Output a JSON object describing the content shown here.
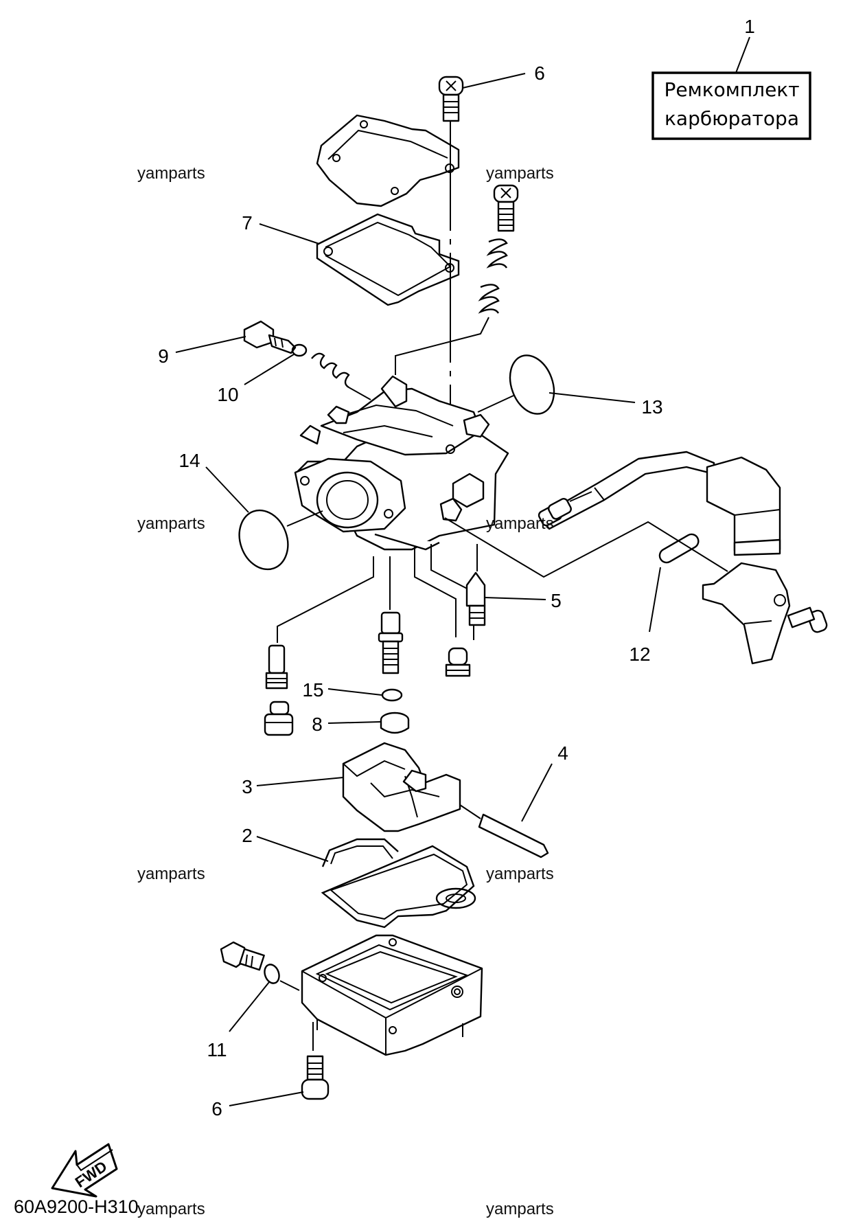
{
  "callouts": {
    "c1": "1",
    "c2": "2",
    "c3": "3",
    "c4": "4",
    "c5": "5",
    "c6_top": "6",
    "c6_bottom": "6",
    "c7": "7",
    "c8": "8",
    "c9": "9",
    "c10": "10",
    "c11": "11",
    "c12": "12",
    "c13": "13",
    "c14": "14",
    "c15": "15"
  },
  "kit_box": {
    "line1": "Ремкомплект",
    "line2": "карбюратора"
  },
  "watermark": "yamparts",
  "diagram_code": "60A9200-H310",
  "fwd_label": "FWD"
}
